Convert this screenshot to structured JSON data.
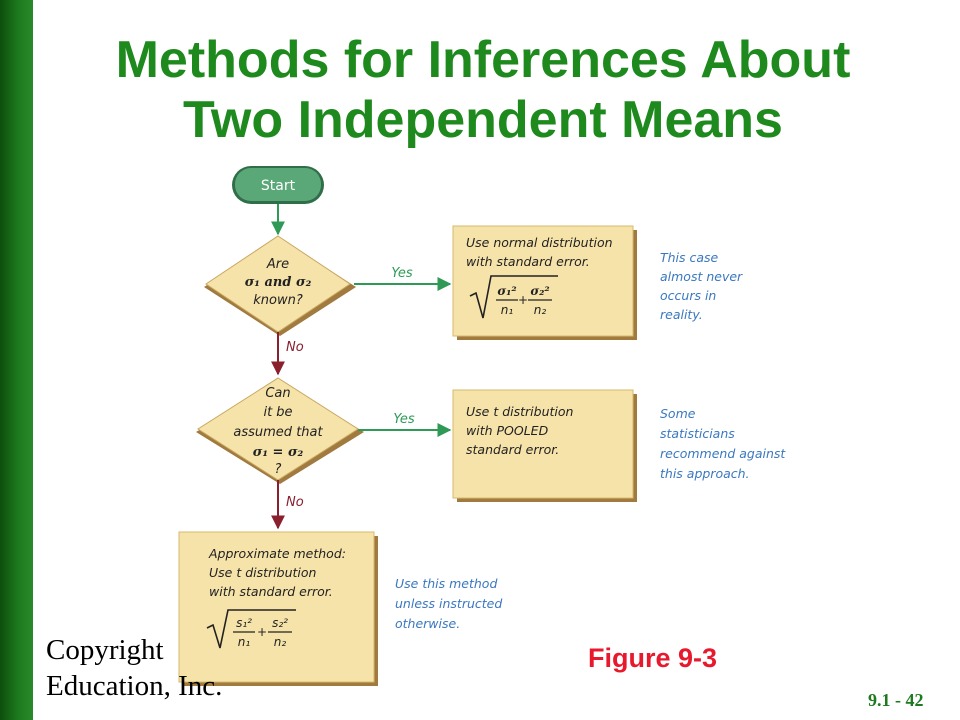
{
  "slide": {
    "title_line1": "Methods for Inferences About",
    "title_line2": "Two Independent Means",
    "copyright_line1": "Copyright",
    "copyright_line2": "Education, Inc.",
    "figure_label": "Figure 9-3",
    "page_number": "9.1 - 42"
  },
  "flowchart": {
    "start": "Start",
    "q1": {
      "line1": "Are",
      "line2": "σ₁ and σ₂",
      "line3": "known?"
    },
    "yes1": "Yes",
    "no1": "No",
    "box1": {
      "line1": "Use normal distribution",
      "line2": "with standard error.",
      "num1": "σ₁²",
      "den1": "n₁",
      "plus": "+",
      "num2": "σ₂²",
      "den2": "n₂"
    },
    "note1": [
      "This case",
      "almost never",
      "occurs in",
      "reality."
    ],
    "q2": {
      "line1": "Can",
      "line2": "it be",
      "line3": "assumed that",
      "line4": "σ₁ = σ₂",
      "line5": "?"
    },
    "yes2": "Yes",
    "no2": "No",
    "box2": {
      "line1": "Use t distribution",
      "line2": "with POOLED",
      "line3": "standard error."
    },
    "note2": [
      "Some",
      "statisticians",
      "recommend against",
      "this approach."
    ],
    "box3": {
      "line1": "Approximate method:",
      "line2": "Use t distribution",
      "line3": "with standard error.",
      "num1": "s₁²",
      "den1": "n₁",
      "plus": "+",
      "num2": "s₂²",
      "den2": "n₂"
    },
    "note3": [
      "Use this method",
      "unless instructed",
      "otherwise."
    ]
  },
  "colors": {
    "title_green": "#1e8a1e",
    "start_fill": "#5aa878",
    "box_fill": "#f6e3aa",
    "box_shadow": "#b08a4a",
    "arrow_green": "#2e9a55",
    "arrow_red": "#8a1f2e",
    "note_blue": "#3a78c0",
    "figure_red": "#e8192c"
  }
}
